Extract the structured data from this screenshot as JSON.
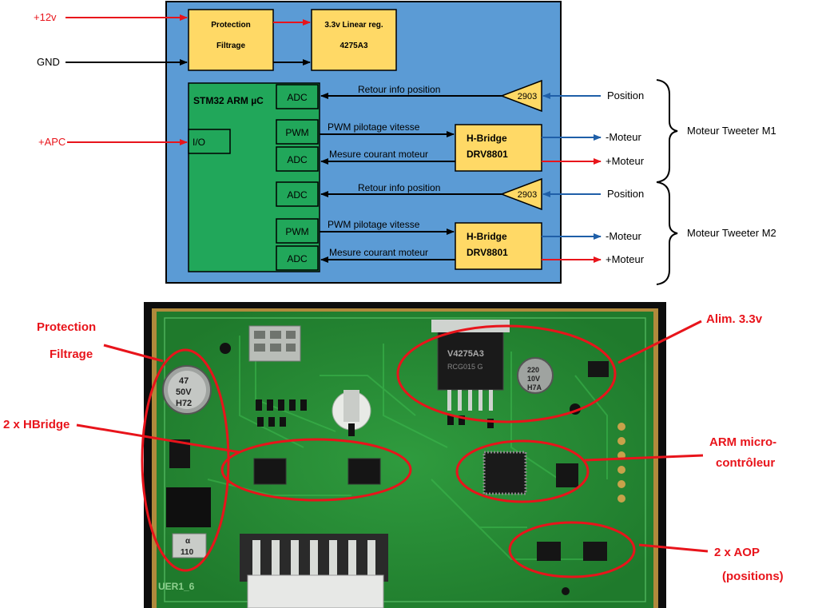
{
  "diagram": {
    "inputs": {
      "v12": "+12v",
      "gnd": "GND",
      "apc": "+APC"
    },
    "blocks": {
      "protection": [
        "Protection",
        "Filtrage"
      ],
      "regulator": [
        "3.3v Linear reg.",
        "4275A3"
      ],
      "mcu": "STM32 ARM µC",
      "io": "I/O",
      "adc": "ADC",
      "pwm": "PWM",
      "hbridge": [
        "H-Bridge",
        "DRV8801"
      ],
      "comparator": "2903"
    },
    "signals": {
      "retour": "Retour info position",
      "pwm": "PWM pilotage vitesse",
      "mesure": "Mesure courant moteur"
    },
    "outputs": {
      "position": "Position",
      "minus": "-Moteur",
      "plus": "+Moteur"
    },
    "groups": {
      "m1": "Moteur Tweeter M1",
      "m2": "Moteur Tweeter M2"
    },
    "colors": {
      "board_bg": "#5b9bd5",
      "block_yellow": "#ffd966",
      "block_green": "#21a75a",
      "red": "#e8141b",
      "blue": "#1f5fa8"
    }
  },
  "photo": {
    "labels": {
      "protection": [
        "Protection",
        "Filtrage"
      ],
      "alim": "Alim. 3.3v",
      "hbridge": "2 x HBridge",
      "arm": [
        "ARM micro-",
        "contrôleur"
      ],
      "aop": [
        "2 x AOP",
        "(positions)"
      ]
    },
    "markings": {
      "cap1": [
        "47",
        "50V",
        "H72"
      ],
      "reg": [
        "V4275A3",
        "RCG015 G"
      ],
      "cap2": [
        "220",
        "10V",
        "H7A"
      ],
      "resistor": [
        "α",
        "110"
      ],
      "board": "UER1_6"
    }
  }
}
